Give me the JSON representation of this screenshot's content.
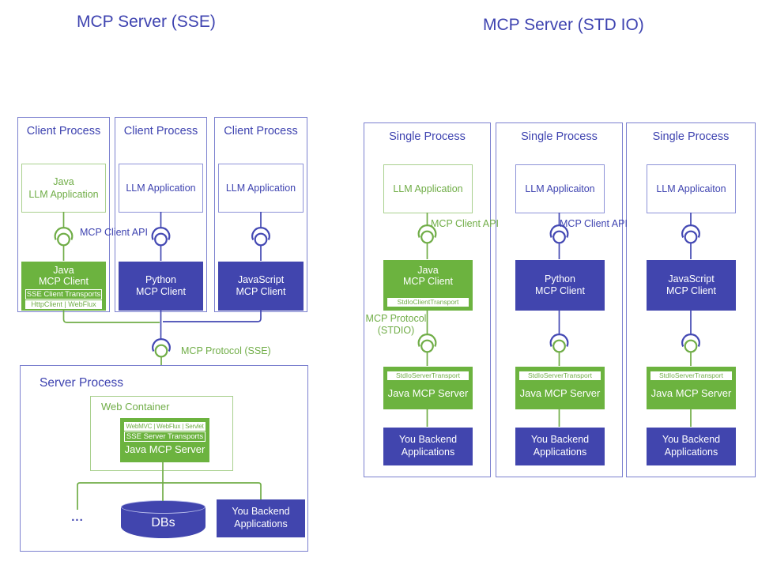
{
  "colors": {
    "blue_text": "#3E43B0",
    "blue_fill": "#4145AE",
    "blue_line": "#4348B3",
    "blue_border": "#7B80CF",
    "blue_border_light": "#8D92D8",
    "green_text": "#70AD47",
    "green_fill": "#6CB33F",
    "green_border_light": "#A9D08E",
    "db_ellipse_edge": "#B7BCEA"
  },
  "sse": {
    "title": "MCP Server (SSE)",
    "protocol_label": "MCP Protocol (SSE)",
    "clients": [
      {
        "process_title": "Client Process",
        "app_line1": "Java",
        "app_line2": "LLM Application",
        "api_label": "MCP Client API",
        "client_line1": "Java",
        "client_line2": "MCP Client",
        "transport_strip": "SSE Client Transports",
        "impl_strip": "HttpClient | WebFlux"
      },
      {
        "process_title": "Client Process",
        "app_line1": "LLM Application",
        "client_line1": "Python",
        "client_line2": "MCP Client"
      },
      {
        "process_title": "Client Process",
        "app_line1": "LLM Application",
        "client_line1": "JavaScript",
        "client_line2": "MCP Client"
      }
    ],
    "server": {
      "process_title": "Server Process",
      "container_title": "Web Container",
      "impl_strip": "WebMVC | WebFlux | Servlet",
      "transport_strip": "SSE Server Transports",
      "server_label": "Java MCP Server",
      "ellipsis": "...",
      "db_label": "DBs",
      "backend_line1": "You Backend",
      "backend_line2": "Applications"
    }
  },
  "stdio": {
    "title": "MCP Server (STD IO)",
    "processes": [
      {
        "process_title": "Single Process",
        "app_line1": "LLM Application",
        "api_label": "MCP Client API",
        "client_line1": "Java",
        "client_line2": "MCP Client",
        "client_transport": "StdIoClientTransport",
        "protocol_line1": "MCP Protocol",
        "protocol_line2": "(STDIO)",
        "server_transport": "StdIoServerTransport",
        "server_label": "Java MCP Server",
        "backend_line1": "You Backend",
        "backend_line2": "Applications"
      },
      {
        "process_title": "Single Process",
        "app_line1": "LLM Applicaiton",
        "api_label": "MCP Client API",
        "client_line1": "Python",
        "client_line2": "MCP Client",
        "server_transport": "StdIoServerTransport",
        "server_label": "Java MCP Server",
        "backend_line1": "You Backend",
        "backend_line2": "Applications"
      },
      {
        "process_title": "Single Process",
        "app_line1": "LLM Applicaiton",
        "client_line1": "JavaScript",
        "client_line2": "MCP Client",
        "server_transport": "StdIoServerTransport",
        "server_label": "Java MCP Server",
        "backend_line1": "You Backend",
        "backend_line2": "Applications"
      }
    ]
  }
}
